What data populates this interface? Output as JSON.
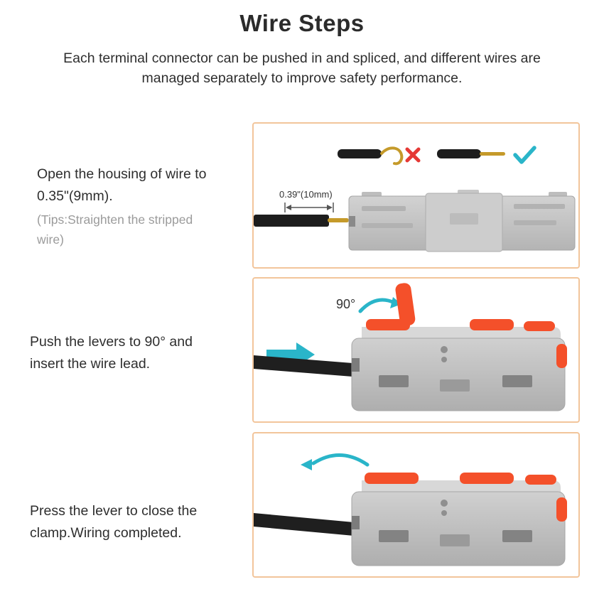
{
  "page": {
    "title": "Wire Steps",
    "subtitle": "Each terminal connector can be pushed in and spliced, and different wires are managed separately to improve safety performance."
  },
  "steps": [
    {
      "text": "Open the housing of wire to 0.35\"(9mm).",
      "tip": "(Tips:Straighten the stripped wire)",
      "dimension_label": "0.39\"(10mm)"
    },
    {
      "text": "Push the levers to 90° and insert the wire lead.",
      "angle_label": "90°"
    },
    {
      "text": "Press the lever to close the clamp.Wiring completed."
    }
  ],
  "colors": {
    "panel_border": "#f2c59b",
    "accent_teal": "#2ab5c9",
    "lever_orange": "#f4502a",
    "error_red": "#e53935",
    "wire_gold": "#c59a2a",
    "connector_gray": "#c3c3c3"
  }
}
